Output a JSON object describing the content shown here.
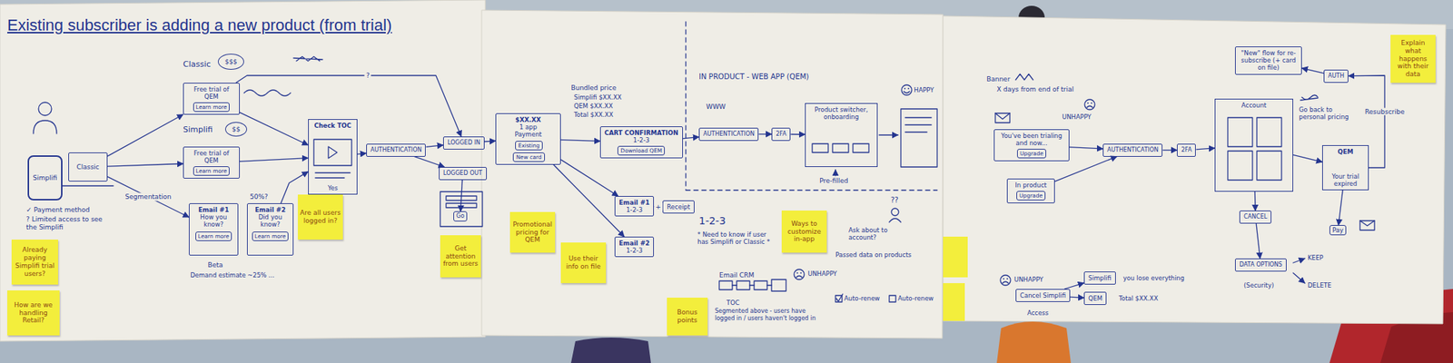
{
  "diagram": {
    "title": "Existing subscriber is adding a new product (from trial)",
    "nodes": [
      {
        "text": [
          "Simplifi"
        ]
      },
      {
        "text": [
          "Classic"
        ]
      },
      {
        "text": [
          "Already paying Simplifi trial users?"
        ]
      },
      {
        "text": [
          "How are we handling Retail?"
        ]
      },
      {
        "text": [
          "$$$"
        ]
      },
      {
        "text": [
          "Free trial of QEM"
        ]
      },
      {
        "text": [
          "Learn more"
        ],
        "in": 5
      },
      {
        "text": [
          "$$"
        ]
      },
      {
        "text": [
          "Free trial of QEM"
        ]
      },
      {
        "text": [
          "Learn more"
        ],
        "in": 8
      },
      {
        "text": [
          "Email #1",
          "How you know?"
        ]
      },
      {
        "text": [
          "Learn more"
        ],
        "in": 10
      },
      {
        "text": [
          "Email #2",
          "Did you know?"
        ]
      },
      {
        "text": [
          "Learn more"
        ],
        "in": 12
      },
      {
        "text": [
          "Are all users logged in?"
        ]
      },
      {
        "text": [
          "Check TOC",
          "Yes"
        ]
      },
      {
        "text": [
          "AUTHENTICATION"
        ]
      },
      {
        "text": [
          "LOGGED IN"
        ]
      },
      {
        "text": [
          "LOGGED OUT"
        ]
      },
      {
        "text": [
          "Go"
        ]
      },
      {
        "text": [
          "Get attention from users"
        ]
      },
      {
        "text": [
          "$XX.XX",
          "1 app",
          "Payment"
        ]
      },
      {
        "text": [
          "Existing"
        ],
        "in": 21
      },
      {
        "text": [
          "New card"
        ],
        "in": 21
      },
      {
        "text": [
          "Promotional pricing for QEM"
        ]
      },
      {
        "text": [
          "Use their info on file"
        ]
      },
      {
        "text": [
          "CART CONFIRMATION",
          "1-2-3"
        ]
      },
      {
        "text": [
          "Download QEM"
        ],
        "in": 26
      },
      {
        "text": [
          "Email #1",
          "1-2-3"
        ]
      },
      {
        "text": [
          "Receipt"
        ]
      },
      {
        "text": [
          "Email #2",
          "1-2-3"
        ]
      },
      {
        "text": [
          "Bonus points"
        ]
      },
      {
        "text": [
          "AUTHENTICATION"
        ]
      },
      {
        "text": [
          "2FA"
        ]
      },
      {
        "text": [
          "Product switcher, onboarding"
        ]
      },
      {
        "text": [
          "Ways to customize in-app"
        ]
      },
      {
        "text": [
          "You've been trialing and now..."
        ]
      },
      {
        "text": [
          "Upgrade"
        ],
        "in": 36
      },
      {
        "text": [
          "In product"
        ]
      },
      {
        "text": [
          "Upgrade"
        ],
        "in": 38
      },
      {
        "text": [
          "AUTHENTICATION"
        ]
      },
      {
        "text": [
          "2FA"
        ]
      },
      {
        "text": [
          "Account"
        ]
      },
      {
        "text": [
          "\"New\" flow for re-subscribe (+ card on file)"
        ]
      },
      {
        "text": [
          "AUTH"
        ]
      },
      {
        "text": [
          "QEM",
          "Your trial expired"
        ]
      },
      {
        "text": [
          "Pay"
        ]
      },
      {
        "text": [
          "CANCEL"
        ]
      },
      {
        "text": [
          "DATA OPTIONS"
        ]
      },
      {
        "text": [
          "Cancel Simplifi"
        ]
      },
      {
        "text": [
          "Simplifi"
        ]
      },
      {
        "text": [
          "QEM"
        ]
      },
      {
        "text": [
          "Explain what happens with their data"
        ]
      }
    ],
    "edges": [
      {
        "from": 1,
        "to": 5,
        "arrow": "to"
      },
      {
        "from": 1,
        "to": 8,
        "arrow": "to"
      },
      {
        "from": 1,
        "to": 10,
        "label": "Segmentation",
        "arrow": "to"
      },
      {
        "from": 5,
        "to": 15,
        "arrow": "to"
      },
      {
        "from": 8,
        "to": 15,
        "arrow": "to"
      },
      {
        "from": 12,
        "to": 15,
        "arrow": "to"
      },
      {
        "from": 5,
        "to": 17,
        "label": "?",
        "arrow": "to"
      },
      {
        "from": 15,
        "to": 16,
        "arrow": "to"
      },
      {
        "from": 16,
        "to": 17,
        "arrow": "to"
      },
      {
        "from": 16,
        "to": 18,
        "arrow": "to"
      },
      {
        "from": 18,
        "to": 19,
        "arrow": "to"
      },
      {
        "from": 17,
        "to": 21,
        "arrow": "to"
      },
      {
        "from": 21,
        "to": 26,
        "arrow": "to"
      },
      {
        "from": 21,
        "to": 28,
        "arrow": "to"
      },
      {
        "from": 21,
        "to": 30,
        "arrow": "to"
      },
      {
        "from": 28,
        "to": 29,
        "label": "+",
        "arrow": "none"
      },
      {
        "from": 26,
        "to": 32,
        "arrow": "to"
      },
      {
        "from": 32,
        "to": 33,
        "arrow": "to"
      },
      {
        "from": 33,
        "to": 34,
        "arrow": "to"
      },
      {
        "from": 36,
        "to": 40,
        "arrow": "to"
      },
      {
        "from": 38,
        "to": 40,
        "arrow": "to"
      },
      {
        "from": 40,
        "to": 41,
        "arrow": "to"
      },
      {
        "from": 41,
        "to": 42,
        "arrow": "to"
      },
      {
        "from": 42,
        "to": 45,
        "arrow": "to"
      },
      {
        "from": 42,
        "to": 47,
        "arrow": "to"
      },
      {
        "from": 47,
        "to": 48,
        "arrow": "to"
      },
      {
        "from": 45,
        "to": 46,
        "arrow": "to"
      },
      {
        "from": 45,
        "to": 44,
        "label": "Resubscribe",
        "arrow": "to"
      },
      {
        "from": 44,
        "to": 43,
        "arrow": "to"
      },
      {
        "from": 49,
        "to": 50,
        "arrow": "to"
      },
      {
        "from": 49,
        "to": 51,
        "arrow": "to"
      }
    ],
    "labels": [
      "✓ Payment method",
      "? Limited access to see the Simplifi",
      "Classic",
      "Simplifi",
      "Beta",
      "Demand estimate ~25% ...",
      "50%?",
      "Bundled price",
      "Simplifi $XX.XX",
      "QEM $XX.XX",
      "Total $XX.XX",
      "1-2-3",
      "* Need to know if user has Simplifi or Classic *",
      "Email CRM",
      "TOC",
      "Segmented above - users have logged in / users haven't logged in",
      "IN PRODUCT - WEB APP (QEM)",
      "WWW",
      "HAPPY",
      "Pre-filled",
      "Ask about to account?",
      "Passed data on products",
      "UNHAPPY",
      "Auto-renew",
      "Auto-renew",
      "Banner",
      "X days from end of trial",
      "UNHAPPY",
      "Go back to personal pricing",
      "(Security)",
      "KEEP",
      "DELETE",
      "UNHAPPY",
      "you lose everything",
      "Total $XX.XX",
      "Access",
      "??"
    ]
  }
}
